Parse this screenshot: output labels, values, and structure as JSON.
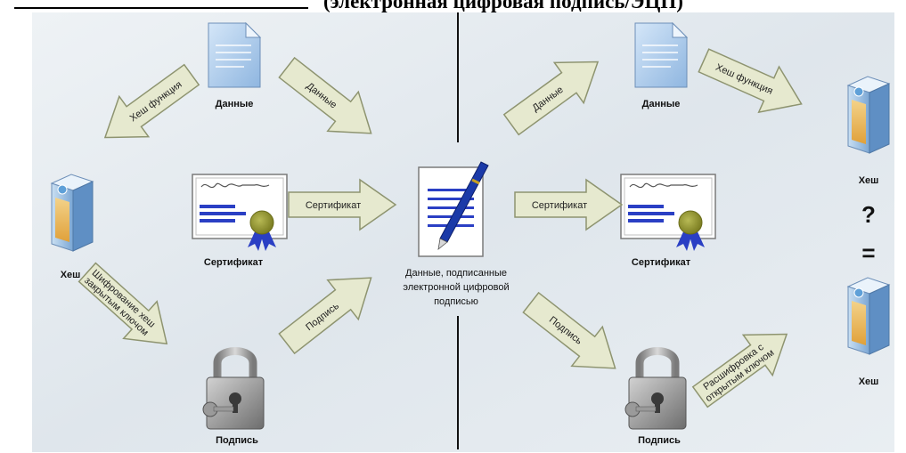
{
  "title": "(электронная цифровая подпись/ЭЦП)",
  "signing": {
    "data_label": "Данные",
    "hash_label": "Хеш",
    "certificate_label": "Сертификат",
    "signature_label": "Подпись",
    "arrow_hash_function": "Хеш функция",
    "arrow_data": "Данные",
    "arrow_certificate": "Сертификат",
    "arrow_encrypt_line1": "Шифрование хеш",
    "arrow_encrypt_line2": "закрытым ключом",
    "arrow_signature": "Подпись"
  },
  "center": {
    "label_line1": "Данные, подписанные",
    "label_line2": "электронной цифровой",
    "label_line3": "подписью"
  },
  "verify": {
    "data_label": "Данные",
    "certificate_label": "Сертификат",
    "signature_label": "Подпись",
    "hash_top_label": "Хеш",
    "hash_bottom_label": "Хеш",
    "question_mark": "?",
    "equals_sign": "=",
    "arrow_data": "Данные",
    "arrow_hash_function": "Хеш функция",
    "arrow_certificate": "Сертификат",
    "arrow_signature": "Подпись",
    "arrow_decrypt_line1": "Расшифровка с",
    "arrow_decrypt_line2": "открытым ключом"
  },
  "colors": {
    "arrow_fill": "#e6e9cf",
    "arrow_stroke": "#8e9470",
    "background": "#e3e9ee",
    "document_blue": "#a9c8ea",
    "certificate_seal": "#8a8c2c",
    "ribbon": "#2a3fc4"
  }
}
